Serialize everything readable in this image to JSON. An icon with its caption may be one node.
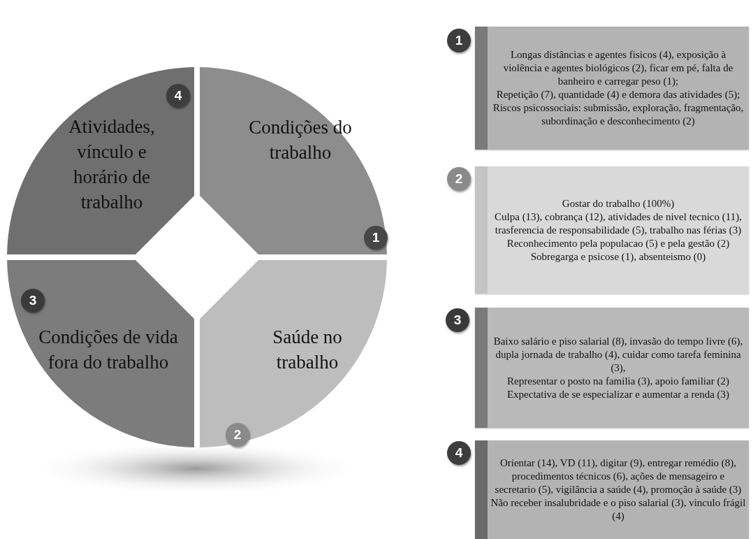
{
  "diagram": {
    "nodes": [
      {
        "text": [
          "Atividades, vínculo e horário de trabalho"
        ]
      },
      {
        "text": [
          "4"
        ],
        "in": 0
      },
      {
        "text": [
          "Condições do trabalho"
        ]
      },
      {
        "text": [
          "1"
        ],
        "in": 2
      },
      {
        "text": [
          "Condições de vida fora do trabalho"
        ]
      },
      {
        "text": [
          "3"
        ],
        "in": 4
      },
      {
        "text": [
          "Saúde no trabalho"
        ]
      },
      {
        "text": [
          "2"
        ],
        "in": 6
      },
      {
        "text": [
          "1"
        ]
      },
      {
        "text": [
          "Longas distâncias e agentes fisicos (4), exposição à violência e agentes biológicos (2), ficar em pé, falta de banheiro e carregar peso (1);",
          "Repetição (7), quantidade (4) e demora das atividades (5);",
          "Riscos psicossociais: submissão, exploração, fragmentação, subordinação e desconhecimento (2)"
        ]
      },
      {
        "text": [
          "2"
        ]
      },
      {
        "text": [
          "Gostar do trabalho (100%)",
          "Culpa (13), cobrança (12), atividades de nivel tecnico (11), trasferencia de responsabilidade (5), trabalho nas férias (3)",
          "Reconhecimento pela populacao (5) e pela gestão (2)",
          "Sobregarga e psicose (1), absenteismo (0)"
        ]
      },
      {
        "text": [
          "3"
        ]
      },
      {
        "text": [
          "Baixo salário e piso salarial (8), invasão do tempo livre (6), dupla jornada de trabalho (4), cuidar como tarefa feminina (3),",
          "Representar o posto na familia (3), apoio familiar (2)",
          "Expectativa de se especializar e aumentar a renda (3)"
        ]
      },
      {
        "text": [
          "4"
        ]
      },
      {
        "text": [
          "Orientar (14), VD (11), digitar (9), entregar remédio (8), procedimentos técnicos (6), ações de mensageiro e secretario (5), vigilância a saúde (4), promoção à saúde (3)",
          "Não receber insalubridade e o piso salarial (3), vinculo frágil (4)"
        ]
      }
    ]
  }
}
